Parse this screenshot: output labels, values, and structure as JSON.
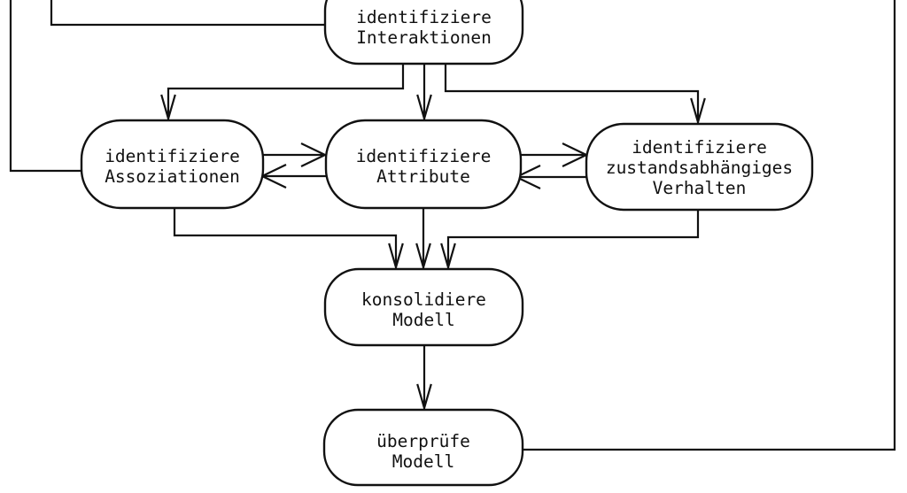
{
  "diagram": {
    "type": "flowchart",
    "language": "de",
    "colors": {
      "background": "#ffffff",
      "line": "#111111",
      "text": "#111111"
    },
    "nodes": {
      "interaktionen": {
        "lines": [
          "identifiziere",
          "Interaktionen"
        ]
      },
      "assoziationen": {
        "lines": [
          "identifiziere",
          "Assoziationen"
        ]
      },
      "attribute": {
        "lines": [
          "identifiziere",
          "Attribute"
        ]
      },
      "verhalten": {
        "lines": [
          "identifiziere",
          "zustandsabhängiges",
          "Verhalten"
        ]
      },
      "konsolidiere": {
        "lines": [
          "konsolidiere",
          "Modell"
        ]
      },
      "ueberpruefe": {
        "lines": [
          "überprüfe",
          "Modell"
        ]
      }
    },
    "edges": [
      {
        "from": "offscreen-top",
        "to": "identifiziere Interaktionen",
        "arrowhead": false
      },
      {
        "from": "offscreen-top",
        "to": "identifiziere Assoziationen",
        "arrowhead": false
      },
      {
        "from": "identifiziere Interaktionen",
        "to": "identifiziere Assoziationen",
        "arrowhead": true
      },
      {
        "from": "identifiziere Interaktionen",
        "to": "identifiziere Attribute",
        "arrowhead": true
      },
      {
        "from": "identifiziere Interaktionen",
        "to": "identifiziere zustandsabhängiges Verhalten",
        "arrowhead": true
      },
      {
        "from": "identifiziere Assoziationen",
        "to": "identifiziere Attribute",
        "arrowhead": true
      },
      {
        "from": "identifiziere Attribute",
        "to": "identifiziere Assoziationen",
        "arrowhead": true
      },
      {
        "from": "identifiziere Attribute",
        "to": "identifiziere zustandsabhängiges Verhalten",
        "arrowhead": true
      },
      {
        "from": "identifiziere zustandsabhängiges Verhalten",
        "to": "identifiziere Attribute",
        "arrowhead": true
      },
      {
        "from": "identifiziere Assoziationen",
        "to": "konsolidiere Modell",
        "arrowhead": true
      },
      {
        "from": "identifiziere Attribute",
        "to": "konsolidiere Modell",
        "arrowhead": true
      },
      {
        "from": "identifiziere zustandsabhängiges Verhalten",
        "to": "konsolidiere Modell",
        "arrowhead": true
      },
      {
        "from": "konsolidiere Modell",
        "to": "überprüfe Modell",
        "arrowhead": true
      },
      {
        "from": "überprüfe Modell",
        "to": "offscreen-top-right",
        "arrowhead": false
      }
    ]
  }
}
